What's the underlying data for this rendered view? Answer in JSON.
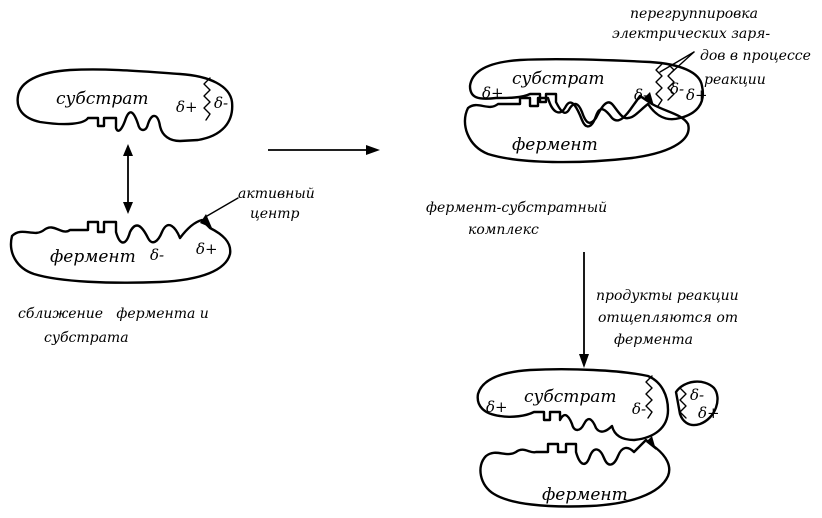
{
  "panel_a": {
    "substrate": "субстрат",
    "enzyme": "фермент",
    "sub_delta_plus": "δ+",
    "sub_delta_minus": "δ-",
    "enz_delta_minus": "δ-",
    "enz_delta_plus": "δ+",
    "active_center_line1": "активный",
    "active_center_line2": "центр",
    "caption_line1": "сближение   фермента и",
    "caption_line2": "субстрата"
  },
  "panel_b": {
    "substrate": "субстрат",
    "enzyme": "фермент",
    "delta_plus_left": "δ+",
    "delta_minus_1": "δ-",
    "delta_minus_2": "δ-",
    "delta_plus_right": "δ+",
    "note_line1": "перегруппировка",
    "note_line2": "электрических заря-",
    "note_line3": "дов в процессе",
    "note_line4": "реакции",
    "caption_line1": "фермент-субстратный",
    "caption_line2": "комплекс"
  },
  "arrow_note": {
    "line1": "продукты реакции",
    "line2": "отщепляются от",
    "line3": "фермента"
  },
  "panel_c": {
    "substrate": "субстрат",
    "enzyme": "фермент",
    "delta_plus_left": "δ+",
    "delta_minus": "δ-",
    "frag_delta_minus": "δ-",
    "frag_delta_plus": "δ+"
  }
}
